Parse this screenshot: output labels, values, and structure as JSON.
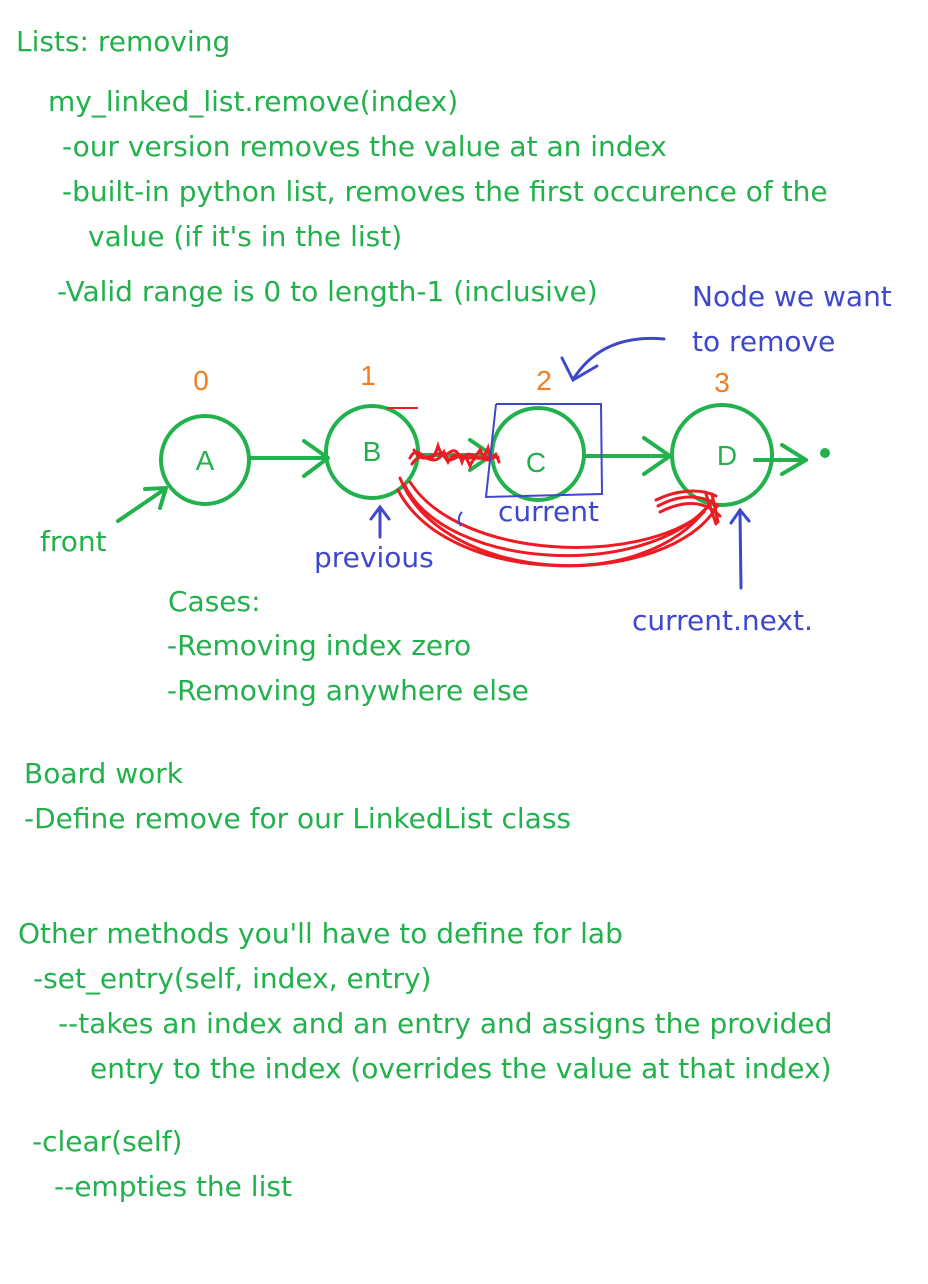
{
  "colors": {
    "text": "#22b14c",
    "annotation": "#3f48cc",
    "index": "#f57c1f",
    "highlight": "#ed1c24",
    "node": "#22b14c"
  },
  "title": "Lists: removing",
  "method_signature": "my_linked_list.remove(index)",
  "notes": [
    "-our version removes the value at an index",
    "-built-in python list, removes the first occurence of the",
    "value (if it's in the list)"
  ],
  "valid_range": "-Valid range is 0 to length-1 (inclusive)",
  "diagram": {
    "nodes": [
      {
        "label": "A",
        "index": "0"
      },
      {
        "label": "B",
        "index": "1"
      },
      {
        "label": "C",
        "index": "2"
      },
      {
        "label": "D",
        "index": "3"
      }
    ],
    "front_label": "front",
    "previous_label": "previous",
    "current_label": "current",
    "current_next_label": "current.next.",
    "target_note": [
      "Node we want",
      "to remove"
    ]
  },
  "cases": {
    "heading": "Cases:",
    "items": [
      "-Removing index zero",
      "-Removing anywhere else"
    ]
  },
  "board_work": {
    "heading": "Board work",
    "items": [
      "-Define remove for our LinkedList class"
    ]
  },
  "other_methods": {
    "heading": "Other methods you'll have to define for lab",
    "set_entry": {
      "signature": "-set_entry(self, index, entry)",
      "description": [
        "--takes an index and an entry and assigns the provided",
        "entry to the index (overrides the value at that index)"
      ]
    },
    "clear": {
      "signature": "-clear(self)",
      "description": [
        "--empties the list"
      ]
    }
  }
}
